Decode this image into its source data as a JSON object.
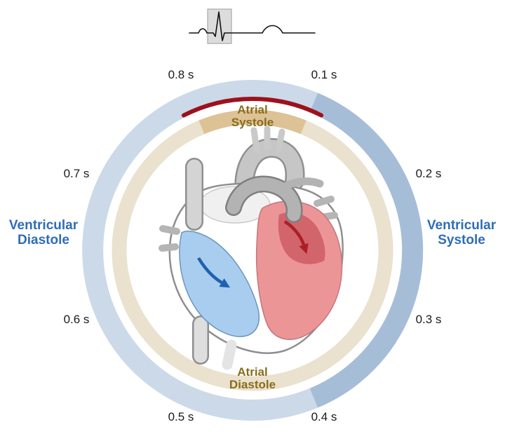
{
  "title": "Cardiac cycle clock diagram with ECG trace and heart illustration",
  "ecg": {
    "highlight_color": "#dcdcdc",
    "trace_color": "#111111"
  },
  "cycle": {
    "time_labels": [
      "0.1 s",
      "0.2 s",
      "0.3 s",
      "0.4 s",
      "0.5 s",
      "0.6 s",
      "0.7 s",
      "0.8 s"
    ],
    "phases": {
      "ventricular_diastole": [
        "Ventricular",
        "Diastole"
      ],
      "ventricular_systole": [
        "Ventricular",
        "Systole"
      ],
      "atrial_systole": [
        "Atrial",
        "Systole"
      ],
      "atrial_diastole": [
        "Atrial",
        "Diastole"
      ]
    }
  },
  "colors": {
    "ventricular_diastole_ring": "#ccd9e9",
    "ventricular_systole_ring": "#a6bdd8",
    "atrial_diastole_ring": "#eae1ce",
    "atrial_systole_ring": "#dcc295",
    "systole_highlight_arc": "#9e111b",
    "time_label": "#1a1a1a",
    "ventricular_label": "#2f6db6",
    "atrial_label": "#8a6d1a",
    "heart_blue_chamber": "#a9cdee",
    "heart_red_chamber": "#ec9597",
    "heart_red_chamber_dark": "#d2646c",
    "flow_arrow_blue": "#1e62ae",
    "flow_arrow_red": "#ab1f27"
  }
}
